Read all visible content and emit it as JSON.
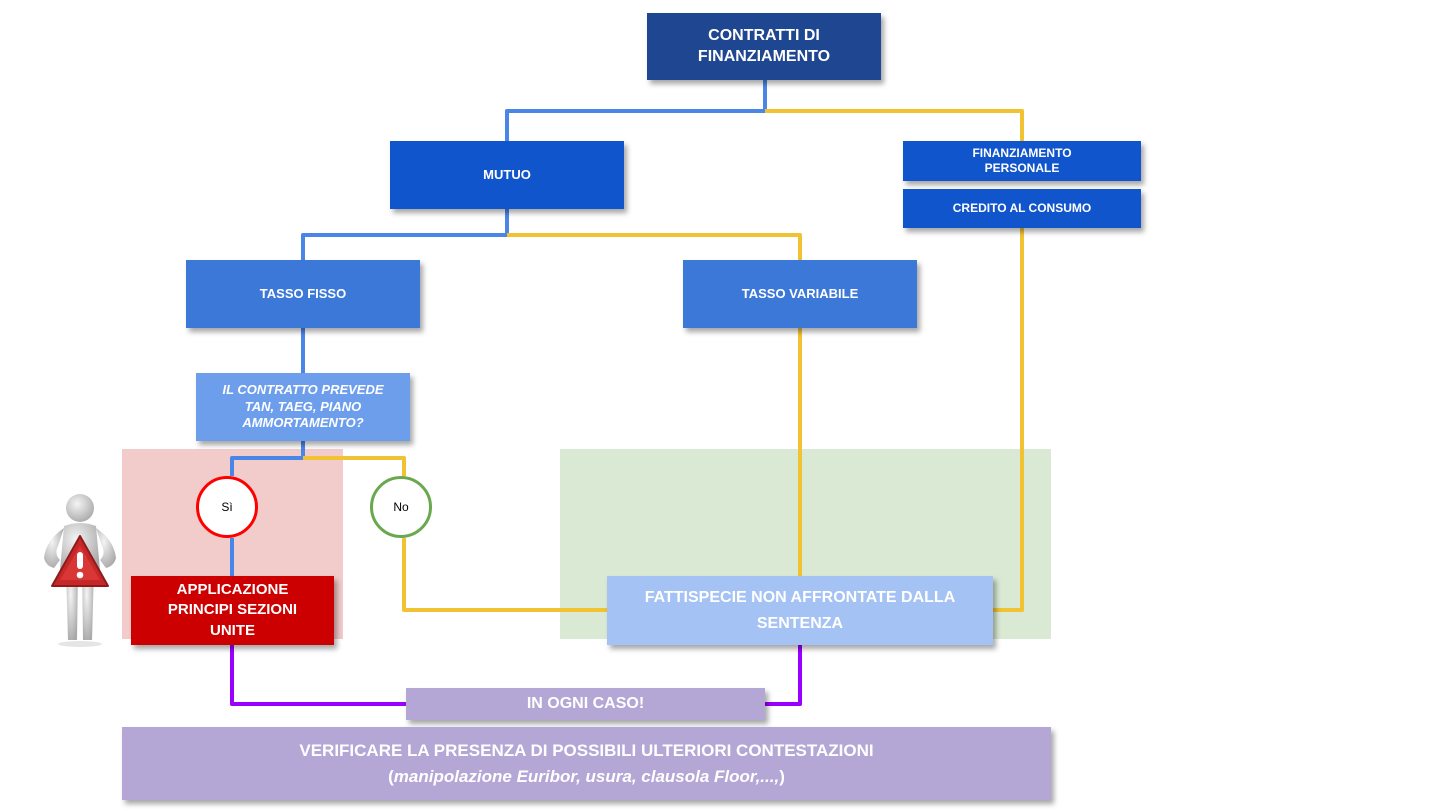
{
  "diagram": {
    "root": {
      "line1": "CONTRATTI DI",
      "line2": "FINANZIAMENTO"
    },
    "mutuo": "MUTUO",
    "finanziamento_personale": {
      "line1": "FINANZIAMENTO",
      "line2": "PERSONALE"
    },
    "credito_al_consumo": "CREDITO AL CONSUMO",
    "tasso_fisso": "TASSO FISSO",
    "tasso_variabile": "TASSO VARIABILE",
    "question": {
      "line1": "IL CONTRATTO PREVEDE",
      "line2": "TAN, TAEG, PIANO",
      "line3": "AMMORTAMENTO?"
    },
    "answer_yes": "Sì",
    "answer_no": "No",
    "applicazione": {
      "line1": "APPLICAZIONE",
      "line2": "PRINCIPI SEZIONI",
      "line3": "UNITE"
    },
    "fattispecie": {
      "line1": "FATTISPECIE NON AFFRONTATE DALLA",
      "line2": "SENTENZA"
    },
    "in_ogni_caso": "IN OGNI CASO!",
    "verificare": {
      "line1": "VERIFICARE LA PRESENZA DI POSSIBILI ULTERIORI CONTESTAZIONI",
      "open_paren": "(",
      "examples": "manipolazione Euribor, usura, clausola Floor,...,",
      "close_paren": ")"
    },
    "icons": {
      "warning_figure": "person-holding-warning-sign-icon"
    },
    "colors": {
      "root": "#1f4690",
      "level1": "#1155cc",
      "level2": "#3c78d8",
      "question": "#6d9eeb",
      "applicazione": "#cc0000",
      "fattispecie": "#a4c2f4",
      "summary": "#b4a7d6",
      "line_blue": "#4a86e8",
      "line_yellow": "#f1c232",
      "line_purple": "#9900ff",
      "yes_circle": "#ff0000",
      "no_circle": "#6aa84f",
      "region_red": "#f2cbcb",
      "region_green": "#d9e9d3"
    }
  }
}
